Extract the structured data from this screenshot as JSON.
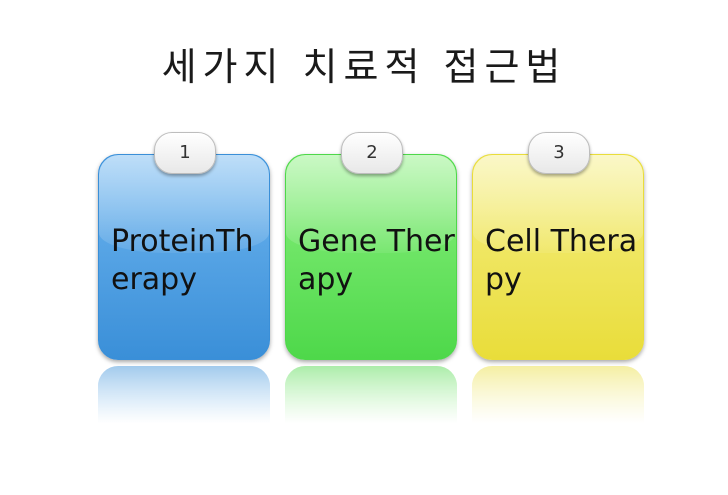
{
  "title": "세가지 치료적 접근법",
  "cards": [
    {
      "number": "1",
      "label": "ProteinTherapy",
      "color": "#3a8fd8",
      "color_light": "#6fb6f0"
    },
    {
      "number": "2",
      "label": "Gene Therapy",
      "color": "#4ed84a",
      "color_light": "#8af07e"
    },
    {
      "number": "3",
      "label": "Cell Therapy",
      "color": "#e9dd3a",
      "color_light": "#f5ee84"
    }
  ]
}
